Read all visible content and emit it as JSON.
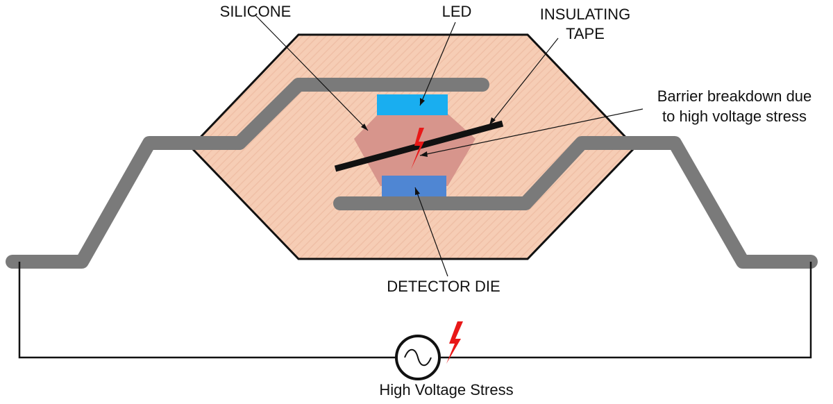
{
  "labels": {
    "silicone": "SILICONE",
    "led": "LED",
    "insulating_tape_line1": "INSULATING",
    "insulating_tape_line2": "TAPE",
    "barrier_line1": "Barrier breakdown due",
    "barrier_line2": "to high voltage stress",
    "detector_die": "DETECTOR DIE",
    "source": "High Voltage Stress"
  },
  "colors": {
    "package_fill": "#f6cdb5",
    "package_hatch": "#efbfa6",
    "silicone_fill": "#d7958c",
    "led_fill": "#19aef0",
    "detector_fill": "#4f86d3",
    "lead_frame": "#7a7a7a",
    "insulating_tape": "#111111",
    "spark": "#e81818",
    "wire": "#111111"
  },
  "icons": [
    "ac-source-icon",
    "lightning-bolt-icon"
  ]
}
